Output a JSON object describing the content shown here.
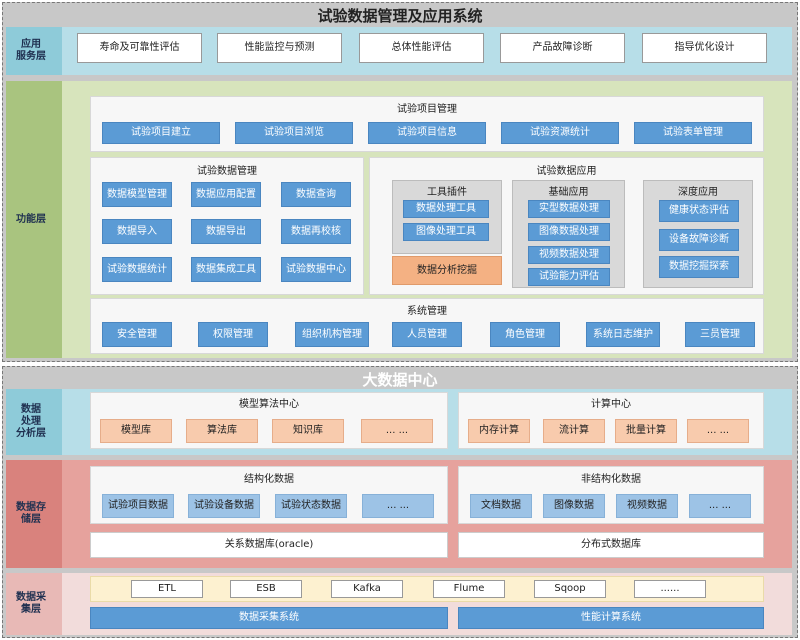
{
  "top_title": "试验数据管理及应用系统",
  "bottom_title": "大数据中心",
  "app_layer": {
    "label": "应用\n服务层",
    "items": [
      "寿命及可靠性评估",
      "性能监控与预测",
      "总体性能评估",
      "产品故障诊断",
      "指导优化设计"
    ]
  },
  "func_layer": {
    "label": "功能层",
    "project_mgmt": {
      "title": "试验项目管理",
      "items": [
        "试验项目建立",
        "试验项目浏览",
        "试验项目信息",
        "试验资源统计",
        "试验表单管理"
      ]
    },
    "data_mgmt": {
      "title": "试验数据管理",
      "items": [
        "数据模型管理",
        "数据应用配置",
        "数据查询",
        "数据导入",
        "数据导出",
        "数据再校核",
        "试验数据统计",
        "数据集成工具",
        "试验数据中心"
      ]
    },
    "data_app": {
      "title": "试验数据应用",
      "tools": {
        "title": "工具插件",
        "items": [
          "数据处理工具",
          "图像处理工具"
        ]
      },
      "analysis": "数据分析挖掘",
      "basic": {
        "title": "基础应用",
        "items": [
          "实型数据处理",
          "图像数据处理",
          "视频数据处理",
          "试验能力评估"
        ]
      },
      "deep": {
        "title": "深度应用",
        "items": [
          "健康状态评估",
          "设备故障诊断",
          "数据挖掘探索"
        ]
      }
    },
    "sys_mgmt": {
      "title": "系统管理",
      "items": [
        "安全管理",
        "权限管理",
        "组织机构管理",
        "人员管理",
        "角色管理",
        "系统日志维护",
        "三员管理"
      ]
    }
  },
  "proc_layer": {
    "label": "数据\n处理\n分析层",
    "model": {
      "title": "模型算法中心",
      "items": [
        "模型库",
        "算法库",
        "知识库",
        "... ..."
      ]
    },
    "compute": {
      "title": "计算中心",
      "items": [
        "内存计算",
        "流计算",
        "批量计算",
        "... ..."
      ]
    }
  },
  "storage_layer": {
    "label": "数据存\n储层",
    "structured": {
      "title": "结构化数据",
      "items": [
        "试验项目数据",
        "试验设备数据",
        "试验状态数据",
        "... ..."
      ]
    },
    "unstructured": {
      "title": "非结构化数据",
      "items": [
        "文档数据",
        "图像数据",
        "视频数据",
        "... ..."
      ]
    },
    "db_rel": "关系数据库(oracle)",
    "db_dist": "分布式数据库"
  },
  "collect_layer": {
    "label": "数据采\n集层",
    "tools": [
      "ETL",
      "ESB",
      "Kafka",
      "Flume",
      "Sqoop",
      "......"
    ],
    "sys1": "数据采集系统",
    "sys2": "性能计算系统"
  }
}
